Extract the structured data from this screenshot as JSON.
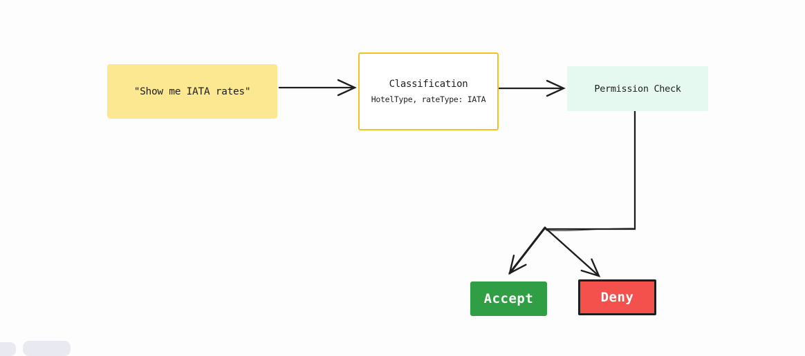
{
  "diagram": {
    "stroke_color": "#1e1e1e",
    "nodes": {
      "query": {
        "label": "\"Show me IATA rates\"",
        "fill": "#fbe890",
        "text_color": "#1e1e1e"
      },
      "classification": {
        "title": "Classification",
        "subtitle": "HotelType, rateType: IATA",
        "fill": "#ffffff",
        "border_color": "#f2c21e",
        "text_color": "#1e1e1e"
      },
      "permission": {
        "label": "Permission Check",
        "fill": "#e6f9f1",
        "text_color": "#1e1e1e"
      },
      "accept": {
        "label": "Accept",
        "fill": "#2f9e44",
        "text_color": "#ffffff"
      },
      "deny": {
        "label": "Deny",
        "fill": "#f4514d",
        "border_color": "#1e1e1e",
        "text_color": "#ffffff"
      }
    },
    "edges": [
      {
        "from": "query",
        "to": "classification",
        "style": "arrow"
      },
      {
        "from": "classification",
        "to": "permission",
        "style": "arrow"
      },
      {
        "from": "permission",
        "to": "branch-point",
        "style": "elbow-line"
      },
      {
        "from": "branch-point",
        "to": "accept",
        "style": "arrow"
      },
      {
        "from": "branch-point",
        "to": "deny",
        "style": "arrow"
      }
    ]
  }
}
